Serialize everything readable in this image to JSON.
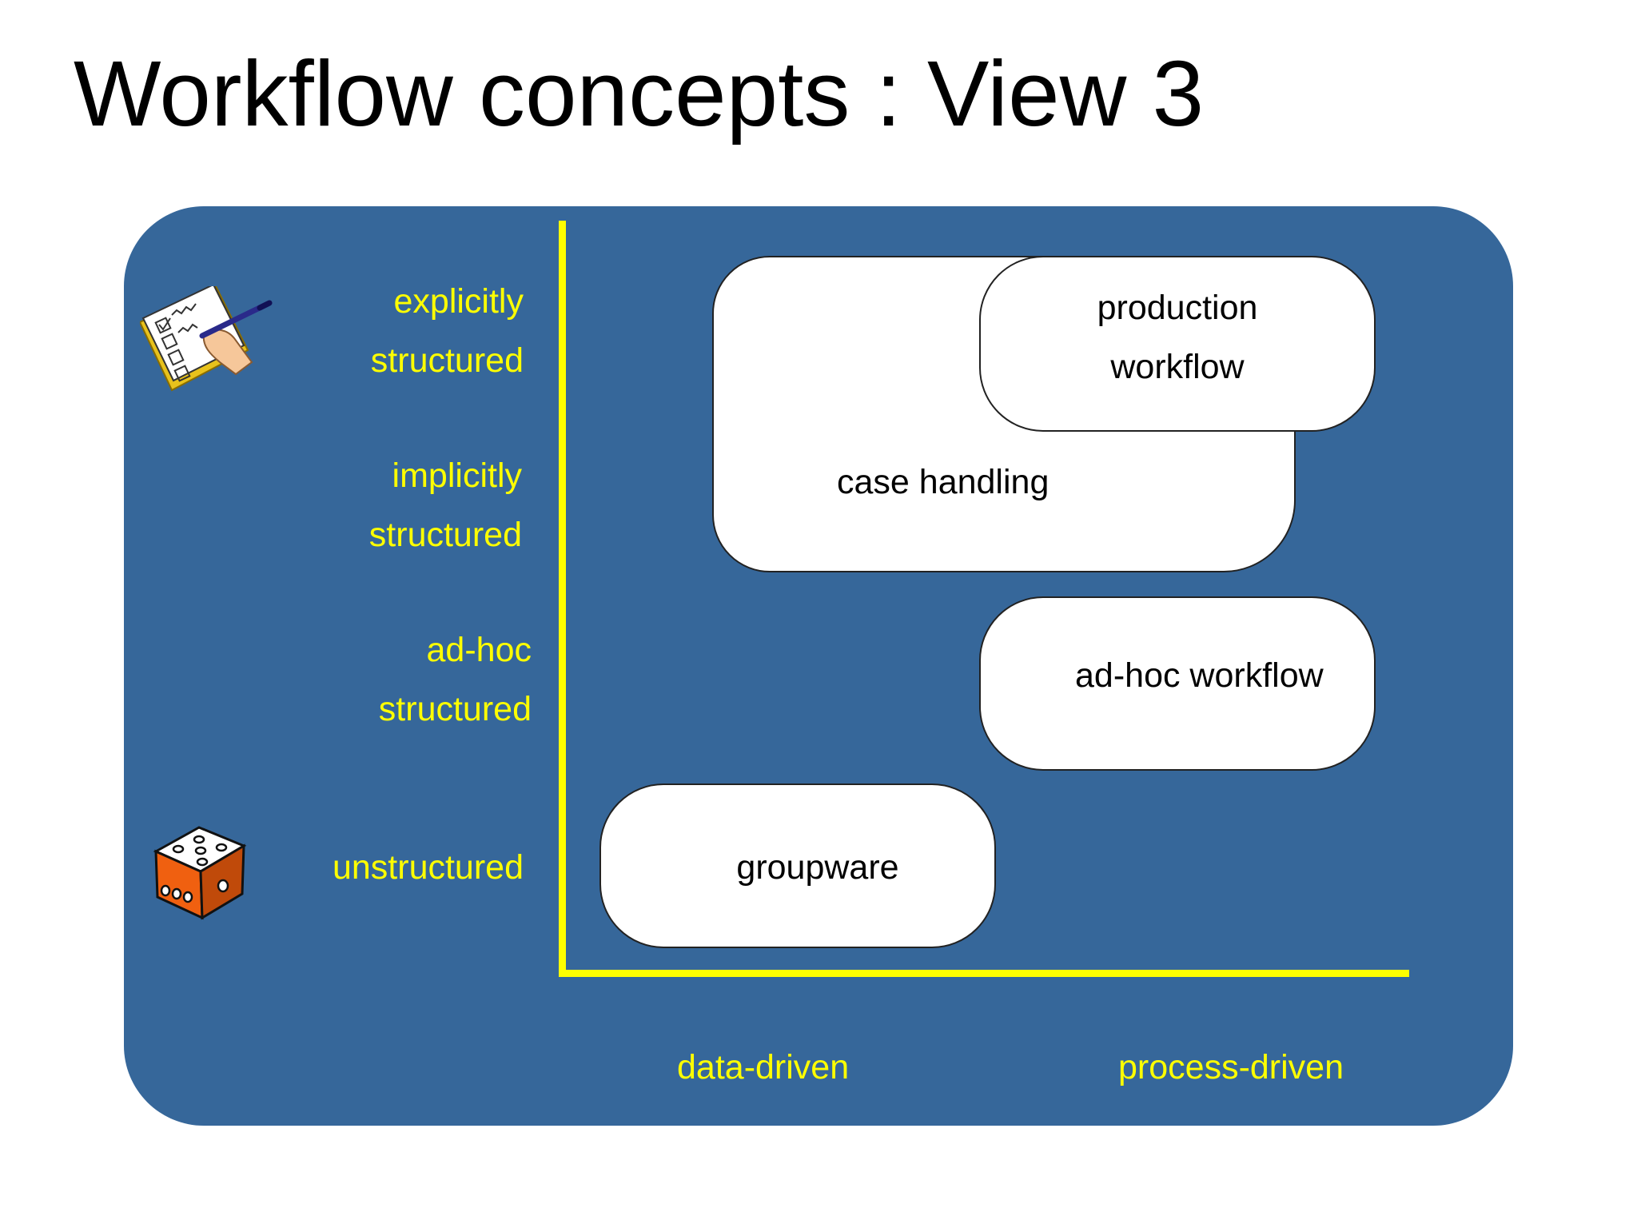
{
  "slide": {
    "title": "Workflow concepts : View 3"
  },
  "y_axis": {
    "levels": [
      {
        "line1": "explicitly",
        "line2": "structured"
      },
      {
        "line1": "implicitly",
        "line2": "structured"
      },
      {
        "line1": "ad-hoc",
        "line2": "structured"
      },
      {
        "line1": "unstructured"
      }
    ]
  },
  "x_axis": {
    "labels": [
      "data-driven",
      "process-driven"
    ]
  },
  "regions": {
    "case_handling": "case handling",
    "production_workflow": {
      "line1": "production",
      "line2": "workflow"
    },
    "adhoc_workflow": "ad-hoc workflow",
    "groupware": "groupware"
  },
  "icons": {
    "top": "checklist-icon",
    "bottom": "dice-icon"
  },
  "colors": {
    "panel": "#36679a",
    "axis": "#ffff00",
    "label": "#ffff00",
    "box": "#ffffff"
  }
}
